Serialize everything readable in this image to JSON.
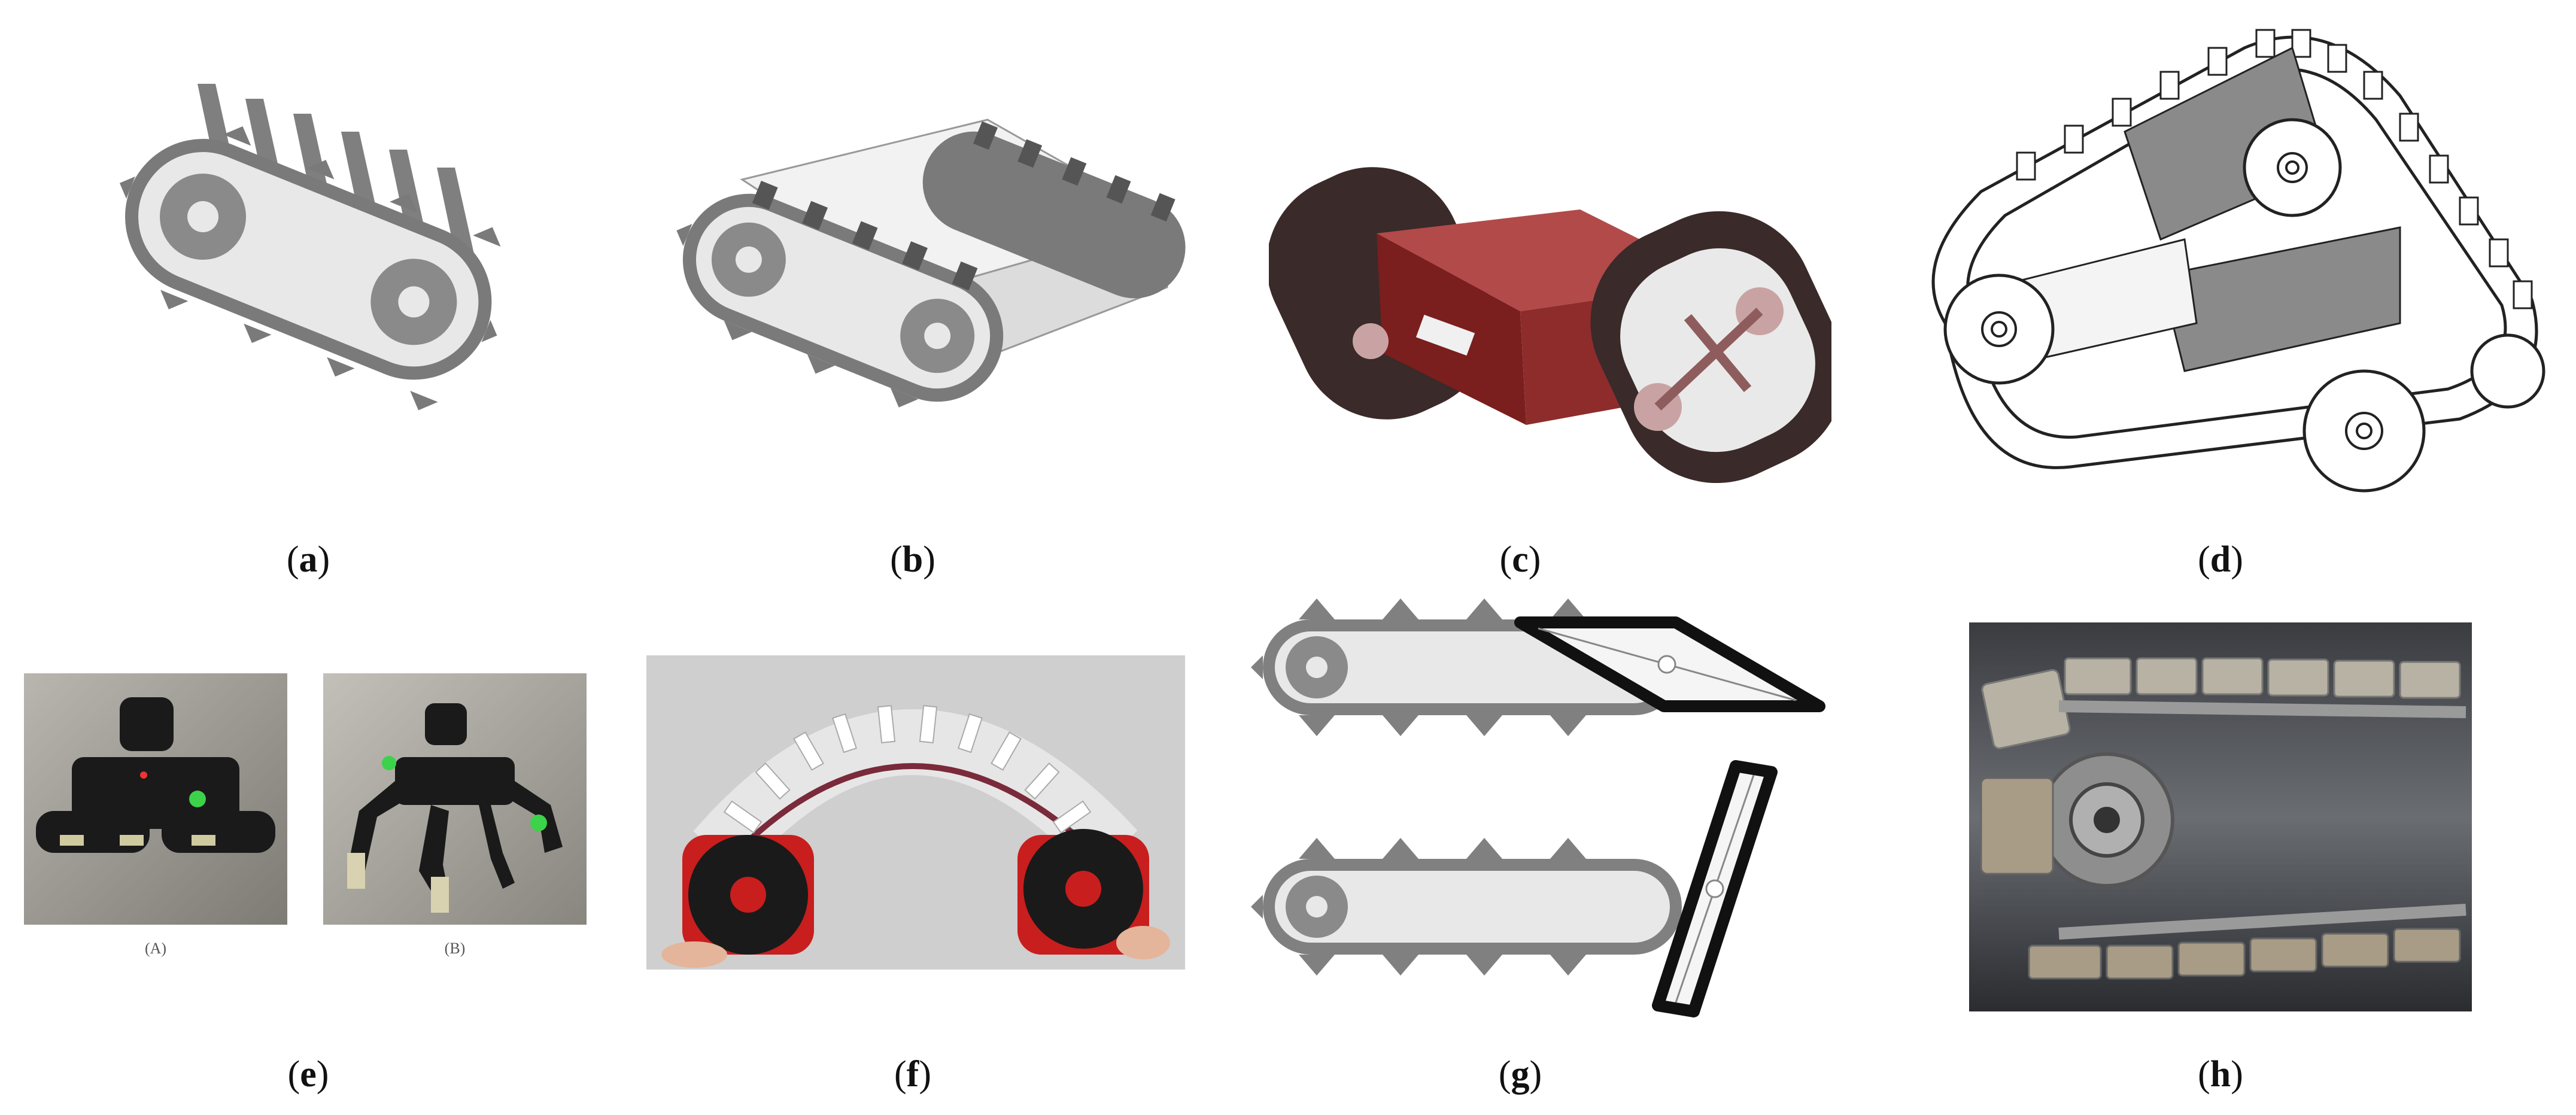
{
  "figure": {
    "panels": [
      {
        "id": "a",
        "caption": "a",
        "description_icon": "tracked-module-sketch-icon"
      },
      {
        "id": "b",
        "caption": "b",
        "description_icon": "wide-tracked-module-sketch-icon"
      },
      {
        "id": "c",
        "caption": "c",
        "description_icon": "red-tracked-robot-render-icon"
      },
      {
        "id": "d",
        "caption": "d",
        "description_icon": "triangular-track-cad-icon"
      },
      {
        "id": "e",
        "caption": "e",
        "description_icon": "legged-tracked-robot-photo-icon",
        "sub_labels": [
          "(A)",
          "(B)"
        ]
      },
      {
        "id": "f",
        "caption": "f",
        "description_icon": "flexible-track-photo-icon"
      },
      {
        "id": "g",
        "caption": "g",
        "description_icon": "track-with-flipper-sketch-icon"
      },
      {
        "id": "h",
        "caption": "h",
        "description_icon": "chain-track-photo-icon"
      }
    ]
  },
  "colors": {
    "sketch_gray": "#8c8c8c",
    "sketch_light": "#e6e6e6",
    "robot_red": "#7a1e1e",
    "robot_dark": "#3a2a2a",
    "flex_red": "#c81e1e",
    "outline": "#111111"
  }
}
